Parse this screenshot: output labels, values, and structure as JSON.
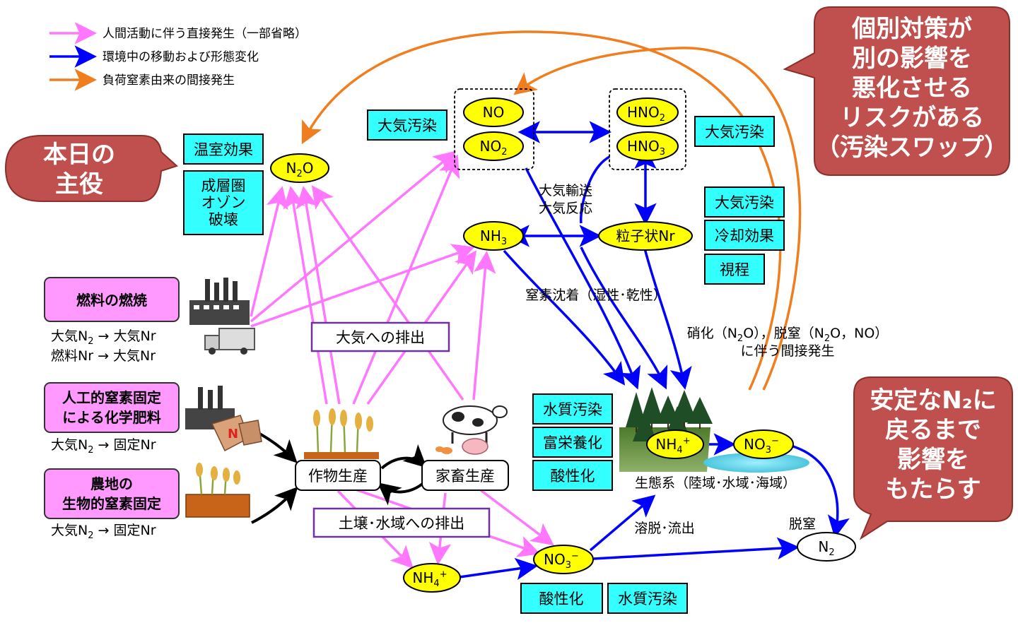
{
  "legend": {
    "pink": "人間活動に伴う直接発生（一部省略）",
    "blue": "環境中の移動および形態変化",
    "orange": "負荷窒素由来の間接発生"
  },
  "colors": {
    "pink": "#ff77ff",
    "blue": "#0000ff",
    "orange": "#f07d1e",
    "callout": "#c0504d",
    "cyan": "#33ffff",
    "yellow": "#ffff00"
  },
  "callouts": {
    "main": [
      "本日の",
      "主役"
    ],
    "swap": [
      "個別対策が",
      "別の影響を",
      "悪化させる",
      "リスクがある",
      "（汚染スワップ）"
    ],
    "stable": [
      "安定なN₂に",
      "戻るまで",
      "影響を",
      "もたらす"
    ]
  },
  "impacts": {
    "greenhouse": "温室効果",
    "ozone": [
      "成層圏",
      "オゾン",
      "破壊"
    ],
    "air_pollution_1": "大気汚染",
    "air_pollution_2": "大気汚染",
    "air_pollution_3": "大気汚染",
    "cooling": "冷却効果",
    "visibility": "視程",
    "water_pollution_1": "水質汚染",
    "eutrophication": "富栄養化",
    "acidification_1": "酸性化",
    "acidification_2": "酸性化",
    "water_pollution_2": "水質汚染"
  },
  "species": {
    "n2o": "N",
    "n2o_sub": "2",
    "n2o_end": "O",
    "no": "NO",
    "no2": "NO",
    "no2_sub": "2",
    "hno2": "HNO",
    "hno2_sub": "2",
    "hno3": "HNO",
    "hno3_sub": "3",
    "nh3": "NH",
    "nh3_sub": "3",
    "particulate": "粒子状Nr",
    "nh4_eco": "NH",
    "nh4_eco_sub": "4",
    "nh4_eco_sup": "+",
    "no3_eco": "NO",
    "no3_eco_sub": "3",
    "no3_eco_sup": "−",
    "nh4_soil": "NH",
    "nh4_soil_sub": "4",
    "nh4_soil_sup": "+",
    "no3_soil": "NO",
    "no3_soil_sub": "3",
    "no3_soil_sup": "−",
    "n2": "N",
    "n2_sub": "2"
  },
  "sources": {
    "combustion": "燃料の燃焼",
    "combustion_eq1": [
      "大気N",
      "2",
      " → 大気Nr"
    ],
    "combustion_eq2": "燃料Nr → 大気Nr",
    "fertilizer": [
      "人工的窒素固定",
      "による化学肥料"
    ],
    "fertilizer_eq": [
      "大気N",
      "2",
      " → 固定Nr"
    ],
    "biofix": [
      "農地の",
      "生物的窒素固定"
    ],
    "biofix_eq": [
      "大気N",
      "2",
      " → 固定Nr"
    ],
    "fertilizer_bag_letter": "N"
  },
  "processes": {
    "air_emission": "大気への排出",
    "soil_emission": "土壌･水域への排出",
    "crop": "作物生産",
    "livestock": "家畜生産",
    "transport": [
      "大気輸送",
      "大気反応"
    ],
    "deposition": "窒素沈着（湿性･乾性）",
    "indirect": [
      "硝化（N",
      "2",
      "O），脱窒（N",
      "2",
      "O，NO）"
    ],
    "indirect_2": "に伴う間接発生",
    "leaching": "溶脱･流出",
    "denitrification": "脱窒",
    "ecosystem": "生態系（陸域･水域･海域）"
  }
}
